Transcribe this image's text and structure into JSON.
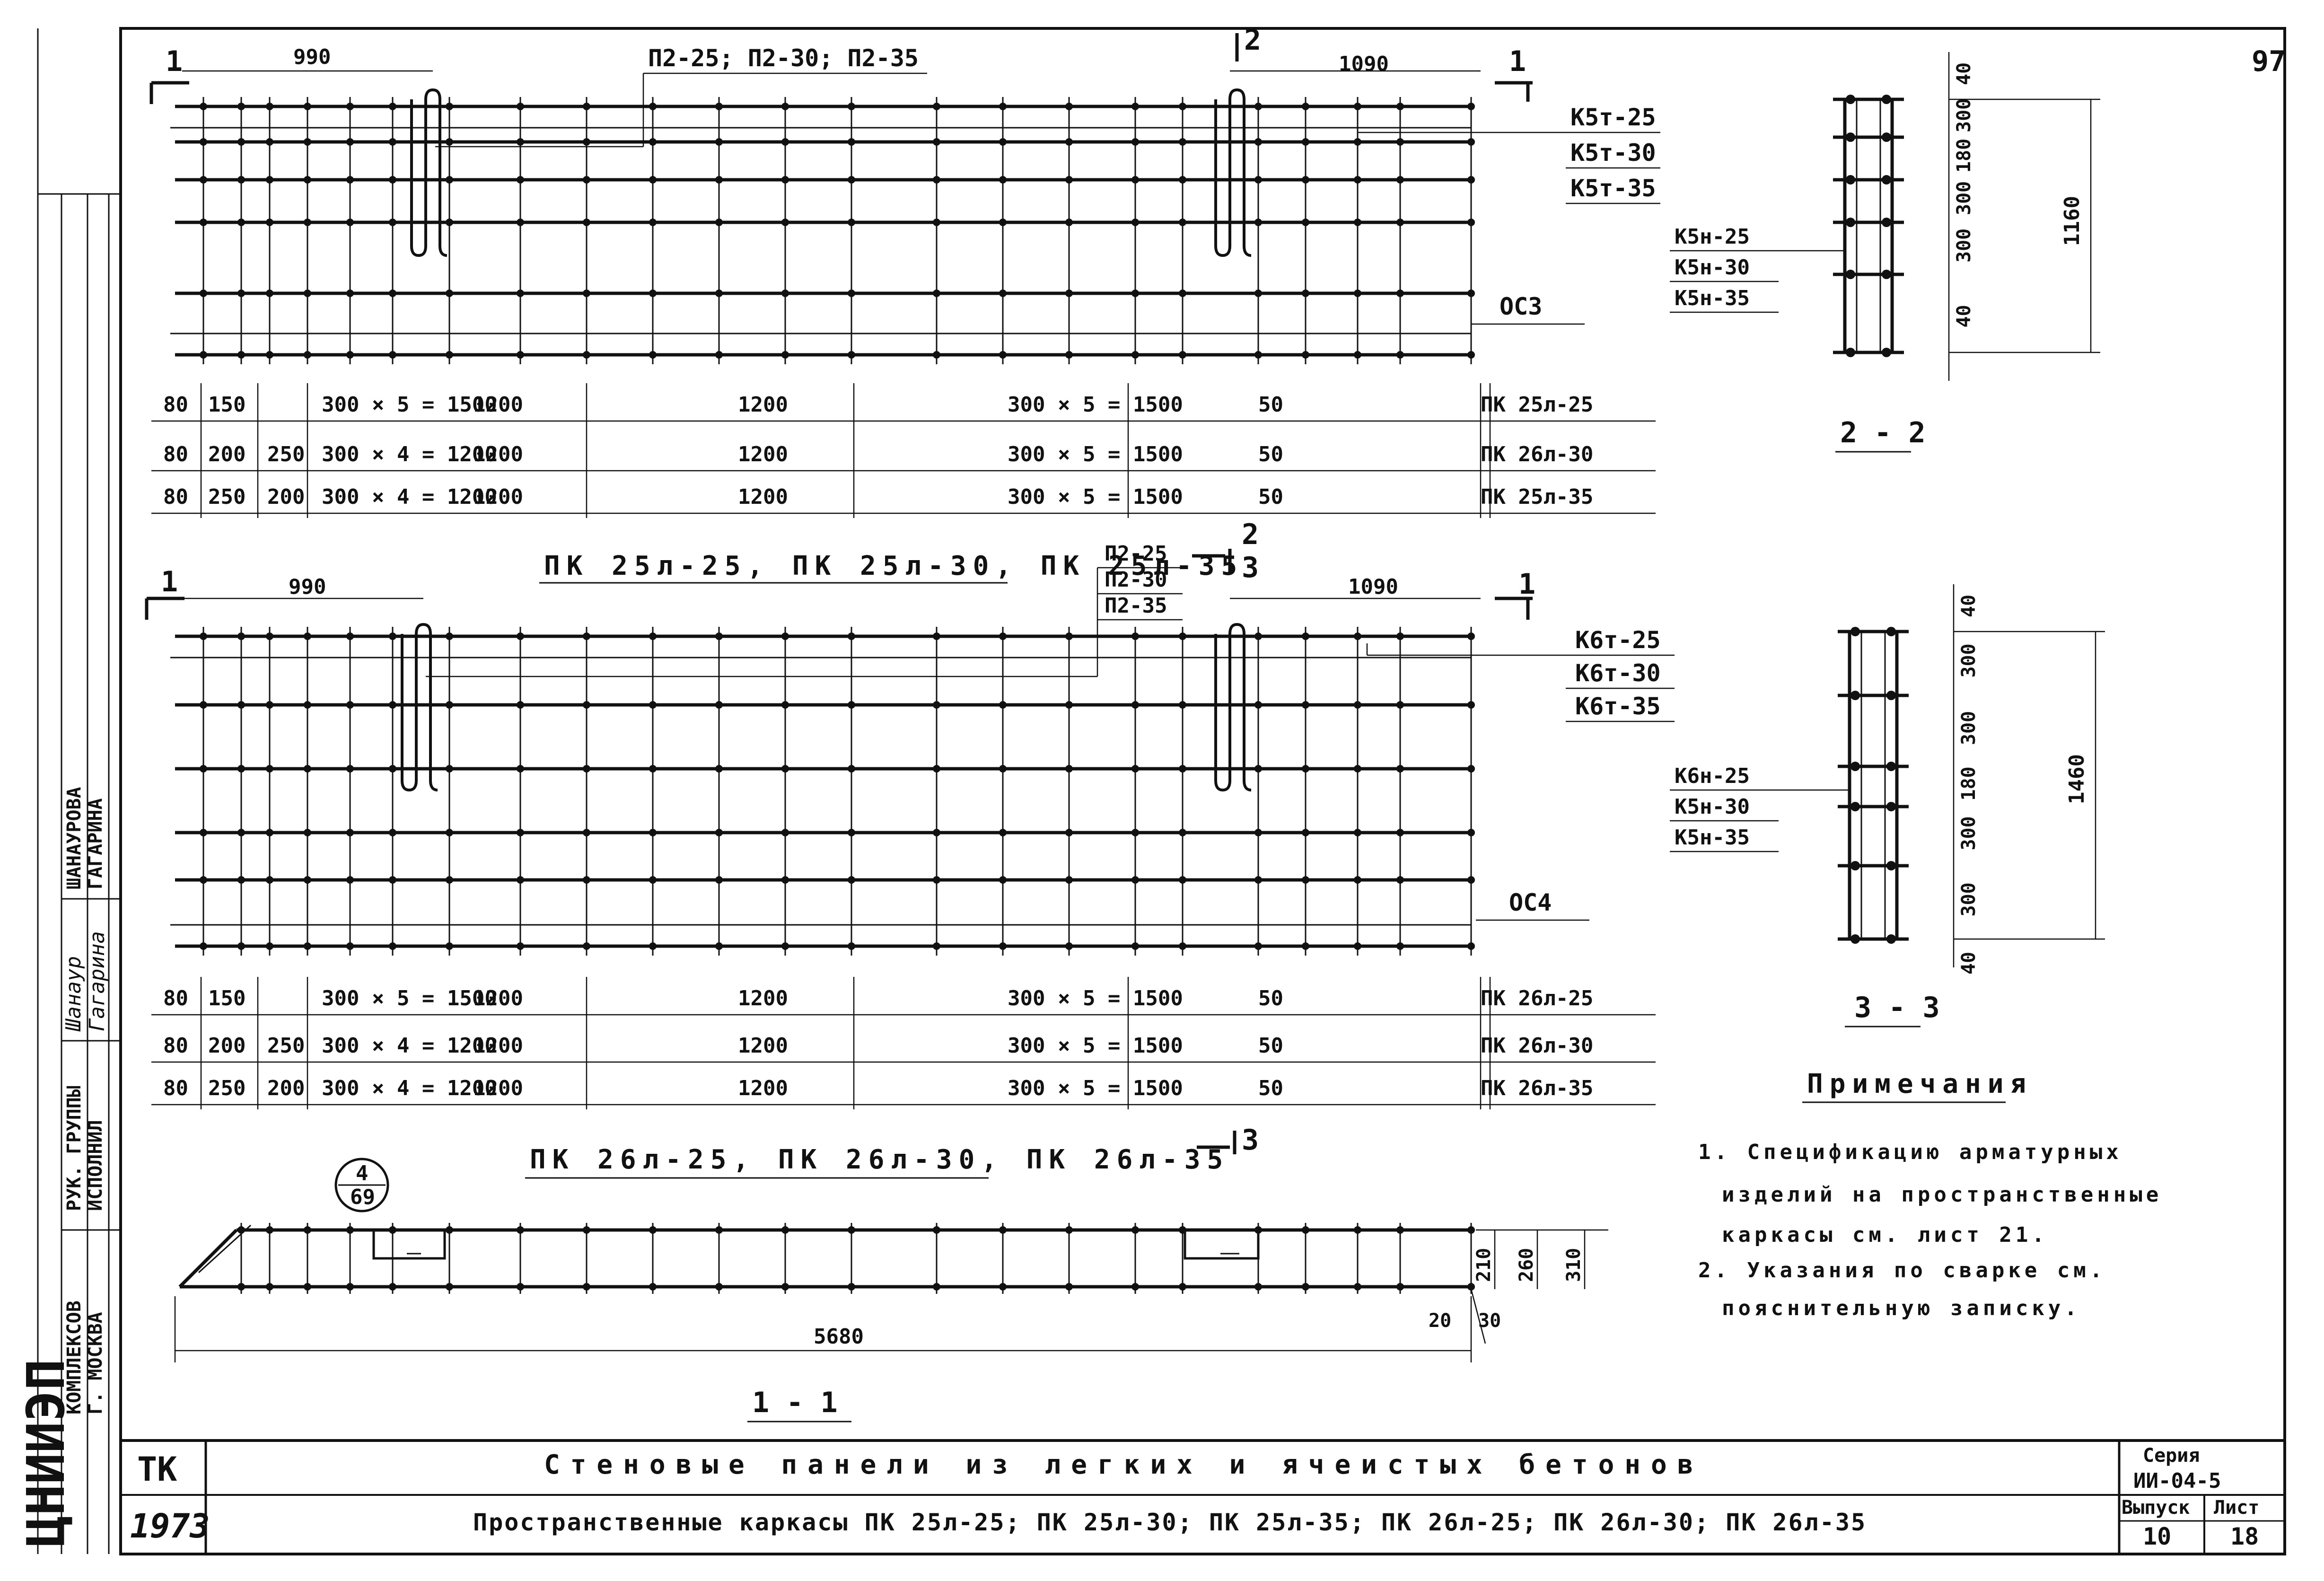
{
  "sheet_corner": "97",
  "stamp": {
    "org": "ЦНИИЭП",
    "org_sub": [
      "КОМПЛЕКСОВ",
      "Г. МОСКВА"
    ],
    "roles": [
      "РУК. ГРУППЫ",
      "ИСПОЛНИЛ"
    ],
    "names": [
      "ШАНАУРОВА",
      "ГАГАРИНА"
    ],
    "signatures": [
      "Шанаур",
      "Гагарина"
    ]
  },
  "title_block": {
    "tk": "ТК",
    "year": "1973",
    "title": "Стеновые панели из легких и ячеистых бетонов",
    "subtitle": "Пространственные каркасы ПК 25л-25; ПК 25л-30; ПК 25л-35; ПК 26л-25; ПК 26л-30; ПК 26л-35",
    "series_label": "Серия",
    "series_value": "ИИ-04-5",
    "issue_label": "Выпуск",
    "issue_value": "10",
    "sheet_label": "Лист",
    "sheet_value": "18"
  },
  "cage_top": {
    "caption": "ПК 25л-25, ПК 25л-30, ПК 25л-35",
    "dim_left": "990",
    "dim_right": "1090",
    "section_marks": [
      "1",
      "1",
      "2"
    ],
    "loop_labels": [
      "П2-25; П2-30; П2-35"
    ],
    "top_labels": [
      "К5т-25",
      "К5т-30",
      "К5т-35"
    ],
    "axis_label": "ОС3",
    "rows": [
      [
        "80",
        "150",
        "",
        "300 × 5 = 1500",
        "1200",
        "1200",
        "300 × 5 = 1500",
        "50",
        "ПК 25л-25"
      ],
      [
        "80",
        "200",
        "250",
        "300 × 4 = 1200",
        "1200",
        "1200",
        "300 × 5 = 1500",
        "50",
        "ПК 26л-30"
      ],
      [
        "80",
        "250",
        "200",
        "300 × 4 = 1200",
        "1200",
        "1200",
        "300 × 5 = 1500",
        "50",
        "ПК 25л-35"
      ]
    ]
  },
  "cage_bottom": {
    "caption": "ПК 26л-25, ПК 26л-30, ПК 26л-35",
    "dim_left": "990",
    "dim_right": "1090",
    "section_marks": [
      "1",
      "1",
      "2",
      "3",
      "3"
    ],
    "loop_labels": [
      "П2-25",
      "П2-30",
      "П2-35"
    ],
    "top_labels": [
      "К6т-25",
      "К6т-30",
      "К6т-35"
    ],
    "axis_label": "ОС4",
    "rows": [
      [
        "80",
        "150",
        "",
        "300 × 5 = 1500",
        "1200",
        "1200",
        "300 × 5 = 1500",
        "50",
        "ПК 26л-25"
      ],
      [
        "80",
        "200",
        "250",
        "300 × 4 = 1200",
        "1200",
        "1200",
        "300 × 5 = 1500",
        "50",
        "ПК 26л-30"
      ],
      [
        "80",
        "250",
        "200",
        "300 × 4 = 1200",
        "1200",
        "1200",
        "300 × 5 = 1500",
        "50",
        "ПК 26л-35"
      ]
    ]
  },
  "section_2_2": {
    "label": "2 - 2",
    "side_labels": [
      "К5н-25",
      "К5н-30",
      "К5н-35"
    ],
    "dims": [
      "40",
      "300",
      "180",
      "300",
      "300",
      "40"
    ],
    "total": "1160"
  },
  "section_3_3": {
    "label": "3 - 3",
    "side_labels": [
      "К6н-25",
      "К5н-30",
      "К5н-35"
    ],
    "dims": [
      "40",
      "300",
      "300",
      "180",
      "300",
      "300",
      "40"
    ],
    "total": "1460"
  },
  "section_1_1": {
    "label": "1 - 1",
    "callout_top": "4",
    "callout_bottom": "69",
    "length": "5680",
    "heights": [
      "210",
      "260",
      "310"
    ],
    "bottom_dims": [
      "20",
      "30"
    ]
  },
  "notes": {
    "title": "Примечания",
    "lines": [
      "1. Спецификацию арматурных",
      "изделий на пространственные",
      "каркасы см. лист 21.",
      "2. Указания по сварке см.",
      "пояснительную записку."
    ]
  }
}
